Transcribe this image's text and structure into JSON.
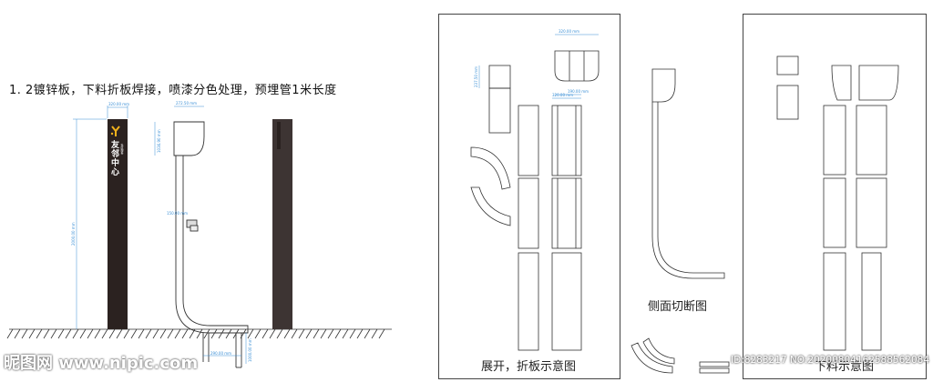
{
  "note": "1. 2镀锌板，下料折板焊接，喷漆分色处理，预埋管1米长度",
  "sign": {
    "chars": [
      "友",
      "邻",
      "中",
      "心"
    ],
    "sub_text": "社区服务",
    "colors": {
      "panel": "#2b2220",
      "back_panel": "#3d3433",
      "logo": "#f2b21b"
    }
  },
  "dimensions": {
    "top_width": "320.00 mm",
    "top_width_2": "272.50 mm",
    "head_height": "1036.90 mm",
    "total_height": "2000.00 mm",
    "side_label": "150.00 mm",
    "base_width": "290.00 mm",
    "base_height": "1000.00 mm",
    "unfold_top": "320.00 mm",
    "unfold_mid": "190.00 mm",
    "unfold_lower": "320.00 mm",
    "unfold_side": "237.50 mm"
  },
  "captions": {
    "unfold": "展开，折板示意图",
    "side_section": "侧面切断图",
    "cutting": "下料示意图"
  },
  "watermarks": {
    "left": "昵图网 www.nipic.com",
    "right": "ID:8283217 NO:20200804162588562084"
  }
}
